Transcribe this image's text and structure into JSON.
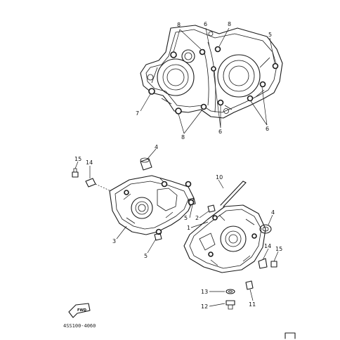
{
  "callouts": {
    "c1": "1",
    "c2": "2",
    "c3": "3",
    "c4a": "4",
    "c4b": "4",
    "c5a": "5",
    "c5b": "5",
    "c5c": "5",
    "c6a": "6",
    "c6b": "6",
    "c6c": "6",
    "c7": "7",
    "c8a": "8",
    "c8b": "8",
    "c8c": "8",
    "c10": "10",
    "c11": "11",
    "c12": "12",
    "c13": "13",
    "c14a": "14",
    "c14b": "14",
    "c15a": "15",
    "c15b": "15"
  },
  "fwd_label": "FWD",
  "drawing_code": "4SS100-4060",
  "icons": {
    "corner_mark": "corner-bracket-icon",
    "fwd_arrow": "fwd-arrow-icon"
  },
  "colors": {
    "ink": "#1a1a1a",
    "paper": "#ffffff"
  }
}
